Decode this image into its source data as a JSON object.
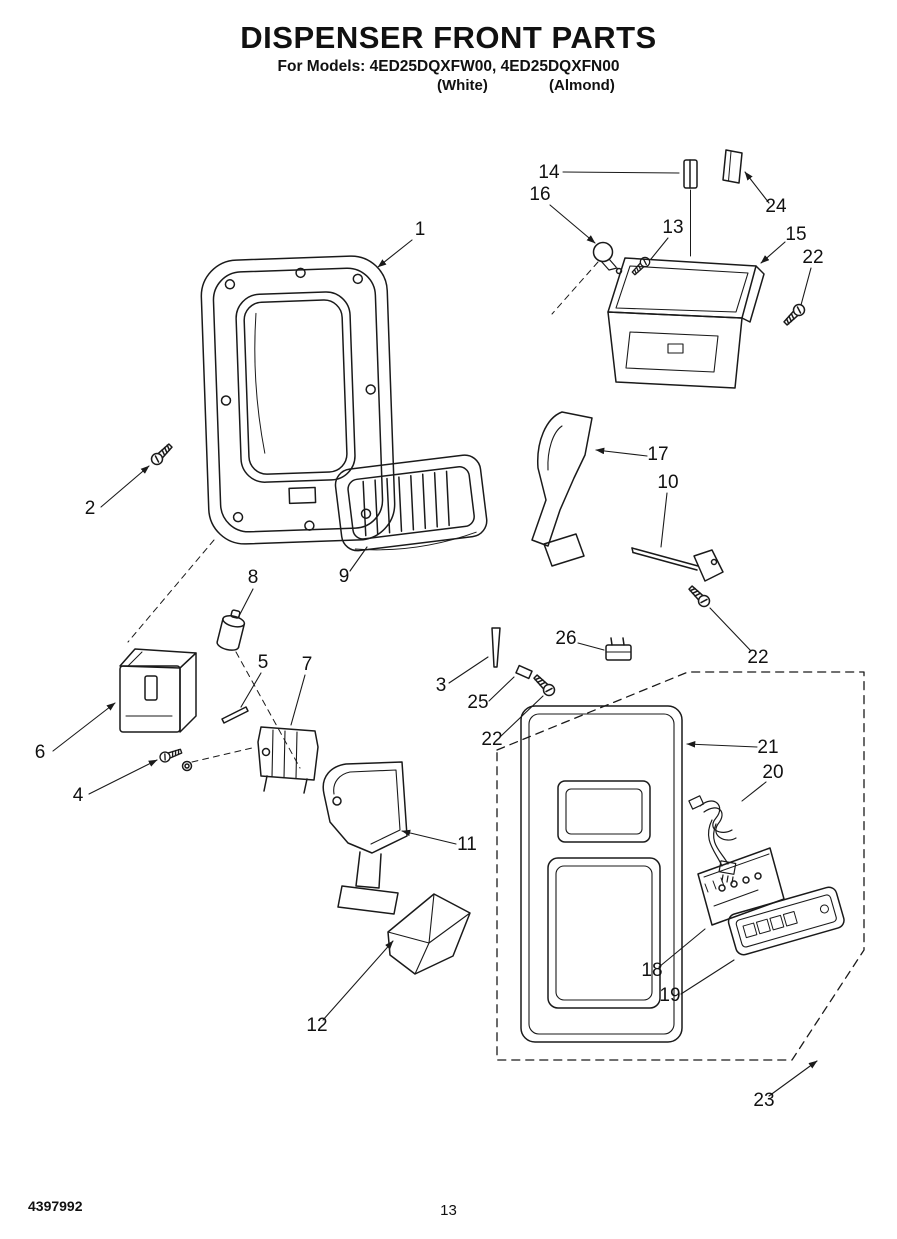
{
  "header": {
    "title": "DISPENSER FRONT PARTS",
    "models_line": "For Models: 4ED25DQXFW00, 4ED25DQXFN00",
    "color_left": "(White)",
    "color_right": "(Almond)"
  },
  "footer": {
    "doc_number": "4397992",
    "page_number": "13"
  },
  "callouts": {
    "n1": "1",
    "n2": "2",
    "n3": "3",
    "n4": "4",
    "n5": "5",
    "n6": "6",
    "n7": "7",
    "n8": "8",
    "n9": "9",
    "n10": "10",
    "n11": "11",
    "n12": "12",
    "n13": "13",
    "n14": "14",
    "n15": "15",
    "n16": "16",
    "n17": "17",
    "n18": "18",
    "n19": "19",
    "n20": "20",
    "n21": "21",
    "n22a": "22",
    "n22b": "22",
    "n22c": "22",
    "n23": "23",
    "n24": "24",
    "n25": "25",
    "n26": "26"
  },
  "colors": {
    "ink": "#1a1a1a",
    "paper": "#ffffff"
  }
}
